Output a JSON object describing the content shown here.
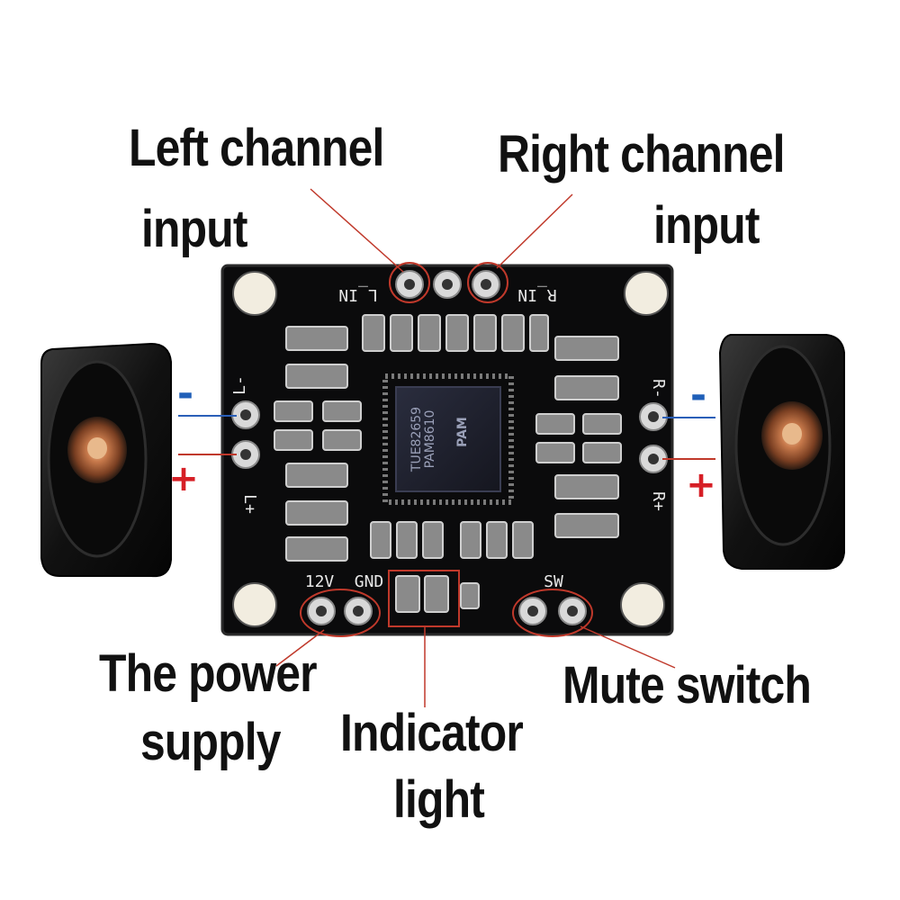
{
  "callouts": {
    "left_input_line1": "Left channel",
    "left_input_line2": "input",
    "right_input_line1": "Right channel",
    "right_input_line2": "input",
    "power_line1": "The power",
    "power_line2": "supply",
    "indicator_line1": "Indicator",
    "indicator_line2": "light",
    "mute": "Mute switch"
  },
  "pcb": {
    "l_in": "L_IN",
    "r_in": "R_IN",
    "l_minus": "L-",
    "l_plus": "L+",
    "r_minus": "R-",
    "r_plus": "R+",
    "v12": "12V",
    "gnd": "GND",
    "sw": "SW",
    "chip_line1": "PAM8610",
    "chip_line2": "TUE82659",
    "chip_logo": "PAM"
  },
  "polarity": {
    "minus": "-",
    "plus": "+"
  },
  "colors": {
    "board": "#0b0b0c",
    "callout_line": "#c0392b",
    "minus_sign": "#1f5fb8",
    "plus_sign": "#d61f26",
    "component": "#8a8a8a"
  }
}
